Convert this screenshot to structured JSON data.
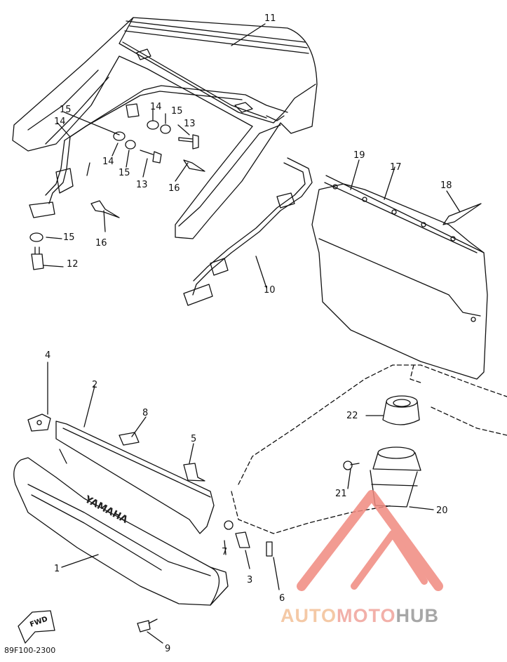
{
  "callouts": [
    "11",
    "12",
    "13",
    "14",
    "15",
    "16",
    "10",
    "19",
    "17",
    "18",
    "4",
    "2",
    "8",
    "5",
    "1",
    "7",
    "3",
    "6",
    "9",
    "22",
    "21",
    "20"
  ],
  "drawing_code": "89F100-2300",
  "emboss_text": "YAMAHA",
  "fwd_label": "FWD",
  "watermark": {
    "part1": "AUTO",
    "part2": "MOTO",
    "part3": "HUB"
  },
  "colors": {
    "line": "#111111",
    "watermark_red": "#f08a80",
    "watermark_orange": "#f4c9a6",
    "watermark_grey": "#a7a7a7"
  }
}
